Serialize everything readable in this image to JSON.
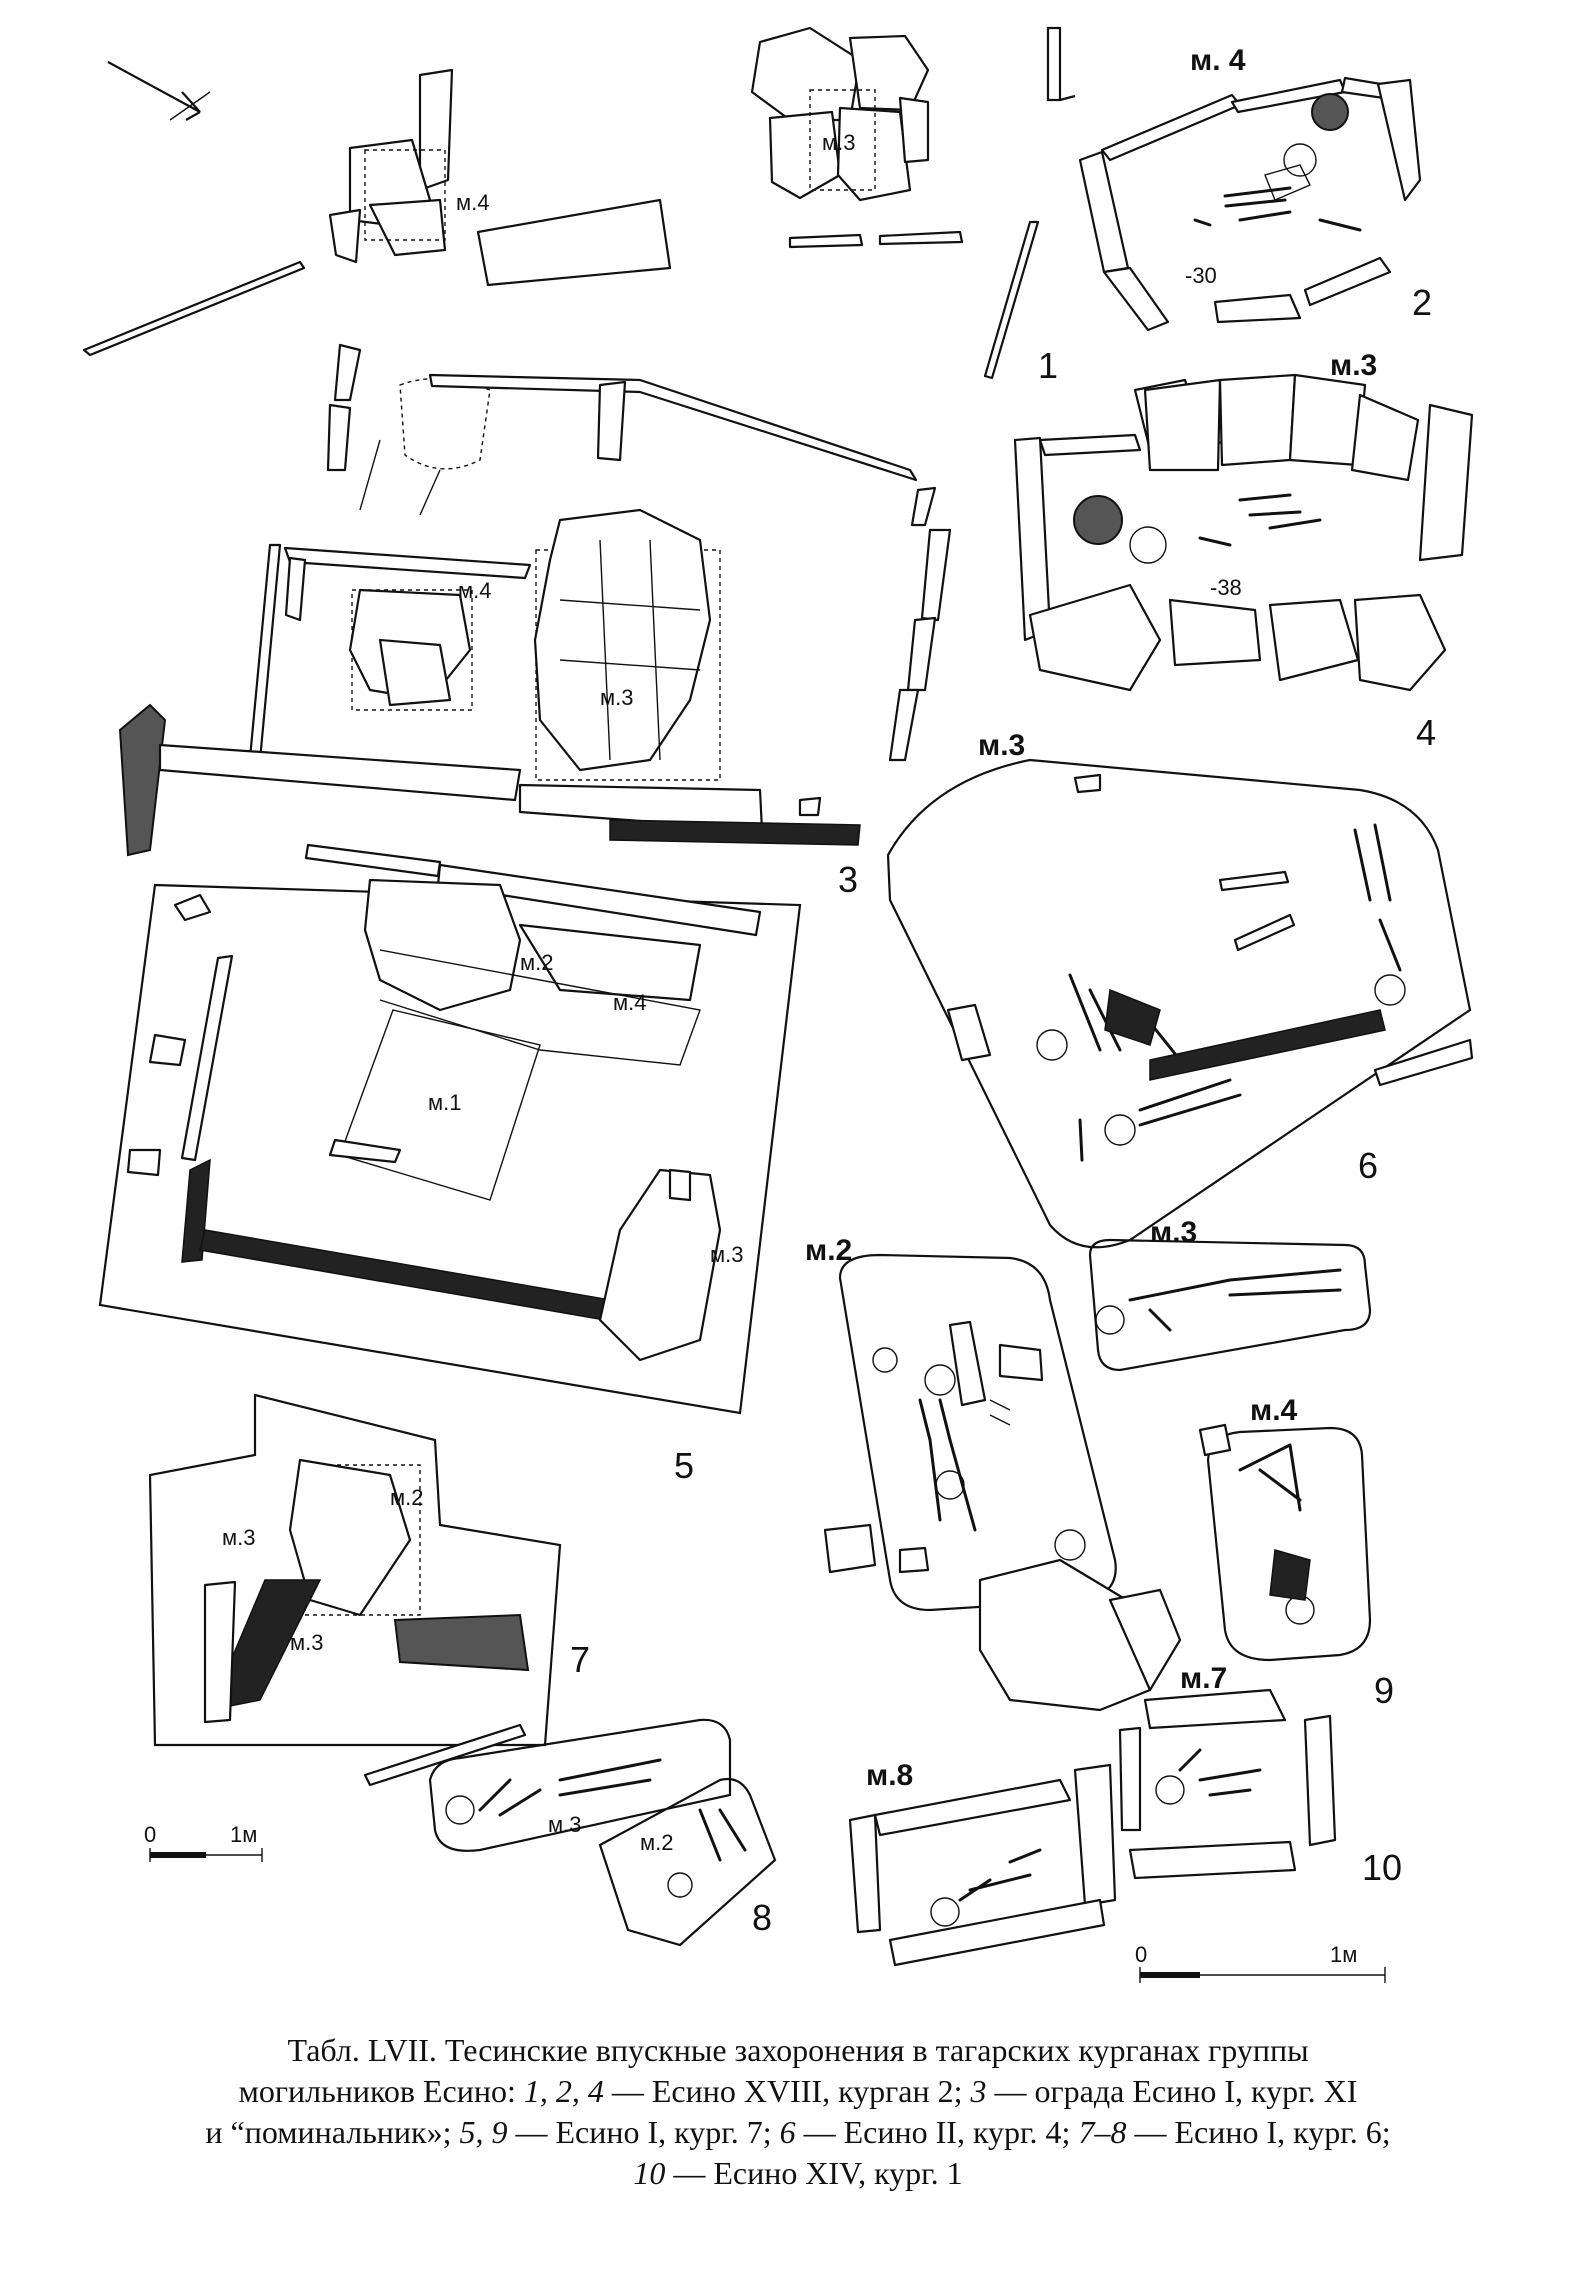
{
  "figures": {
    "fig1": {
      "number": "1",
      "labels": [
        "м.3",
        "м.4"
      ]
    },
    "fig2": {
      "number": "2",
      "label": "м. 4",
      "depth": "-30"
    },
    "fig3": {
      "number": "3",
      "labels": [
        "м.4",
        "м.3"
      ]
    },
    "fig4": {
      "number": "4",
      "label": "м.3",
      "depth": "-38"
    },
    "fig5": {
      "number": "5",
      "labels": [
        "м.2",
        "м.4",
        "м.1",
        "м.3"
      ]
    },
    "fig6": {
      "number": "6",
      "label": "м.3"
    },
    "fig7": {
      "number": "7",
      "labels": [
        "м.2",
        "м.3",
        "м.3"
      ]
    },
    "fig8": {
      "number": "8",
      "labels": [
        "м.3",
        "м.2"
      ]
    },
    "fig9": {
      "number": "9",
      "labels": [
        "м.2",
        "м.3",
        "м.4"
      ]
    },
    "fig10": {
      "number": "10",
      "labels": [
        "м.7",
        "м.8"
      ]
    }
  },
  "scales": [
    {
      "start": "0",
      "end": "1м"
    },
    {
      "start": "0",
      "end": "1м"
    }
  ],
  "caption": {
    "line1": "Табл. LVII. Тесинские впускные захоронения в тагарских курганах группы",
    "line2_a": "могильников Есино: ",
    "line2_b": "1, 2, 4",
    "line2_c": " — Есино XVIII, курган 2; ",
    "line2_d": "3",
    "line2_e": " — ограда Есино I, кург. XI",
    "line3_a": "и “поминальник»; ",
    "line3_b": "5, 9",
    "line3_c": " — Есино I, кург. 7; ",
    "line3_d": "6",
    "line3_e": " — Есино II, кург. 4; ",
    "line3_f": "7–8",
    "line3_g": " — Есино I, кург. 6;",
    "line4_a": "10",
    "line4_b": " — Есино XIV, кург. 1"
  }
}
